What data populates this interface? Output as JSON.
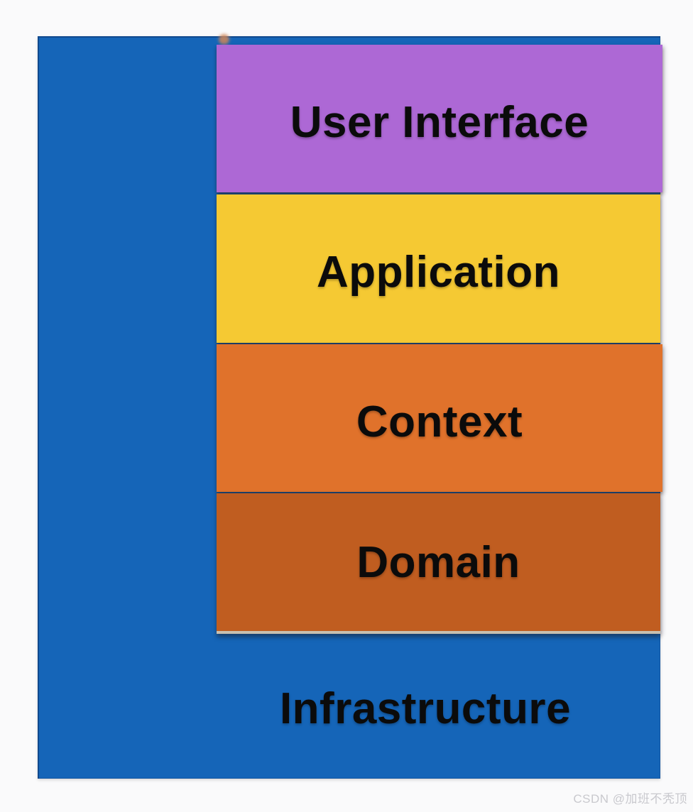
{
  "diagram": {
    "type": "layered-architecture",
    "layers": [
      {
        "id": "user-interface",
        "label": "User Interface",
        "color": "#ad68d5"
      },
      {
        "id": "application",
        "label": "Application",
        "color": "#f5c933"
      },
      {
        "id": "context",
        "label": "Context",
        "color": "#e0722b"
      },
      {
        "id": "domain",
        "label": "Domain",
        "color": "#c05d20"
      },
      {
        "id": "infrastructure",
        "label": "Infrastructure",
        "color": "#1565b8"
      }
    ],
    "text_color": "#0b0b0b",
    "background": "#fafafb"
  },
  "watermark": {
    "text": "CSDN @加班不秃顶",
    "color": "#c9c9ce"
  }
}
